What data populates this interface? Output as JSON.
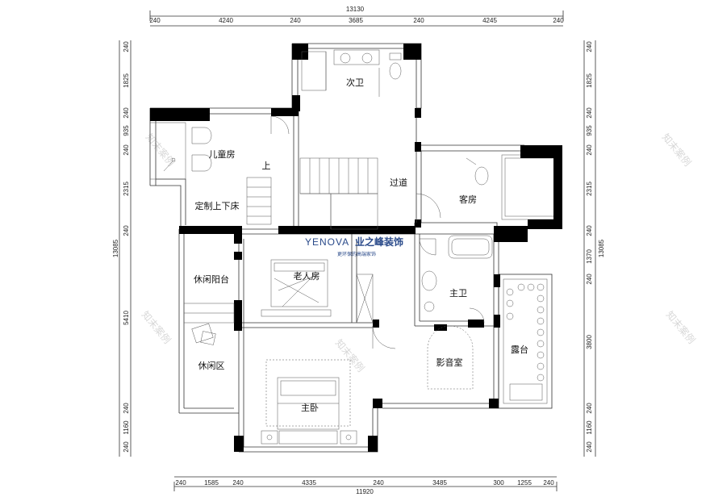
{
  "dimensions": {
    "top_total": "13130",
    "top": [
      "240",
      "4240",
      "240",
      "3685",
      "240",
      "4245",
      "240"
    ],
    "bottom_total": "11920",
    "bottom": [
      "240",
      "1585",
      "240",
      "4335",
      "240",
      "3485",
      "300",
      "1255",
      "240"
    ],
    "left_total": "13085",
    "left": [
      "240",
      "1825",
      "240",
      "935",
      "240",
      "2315",
      "240",
      "5410",
      "240",
      "1160",
      "240"
    ],
    "right_total": "13085",
    "right": [
      "240",
      "1825",
      "240",
      "935",
      "240",
      "2315",
      "240",
      "1370",
      "240",
      "3800",
      "240",
      "1160",
      "240"
    ]
  },
  "rooms": {
    "secondary_bath": "次卫",
    "kids_room": "儿童房",
    "up": "上",
    "bunk_bed": "定制上下床",
    "corridor": "过道",
    "guest_room": "客房",
    "elder_room": "老人房",
    "leisure_balcony": "休闲阳台",
    "master_bath": "主卫",
    "leisure_area": "休闲区",
    "media_room": "影音室",
    "terrace": "露台",
    "master_bedroom": "主卧"
  },
  "brand": {
    "logo_en": "YENOVA",
    "logo_cn": "业之峰装饰",
    "slogan": "更环保的高端家饰"
  },
  "watermark": "知末案例"
}
